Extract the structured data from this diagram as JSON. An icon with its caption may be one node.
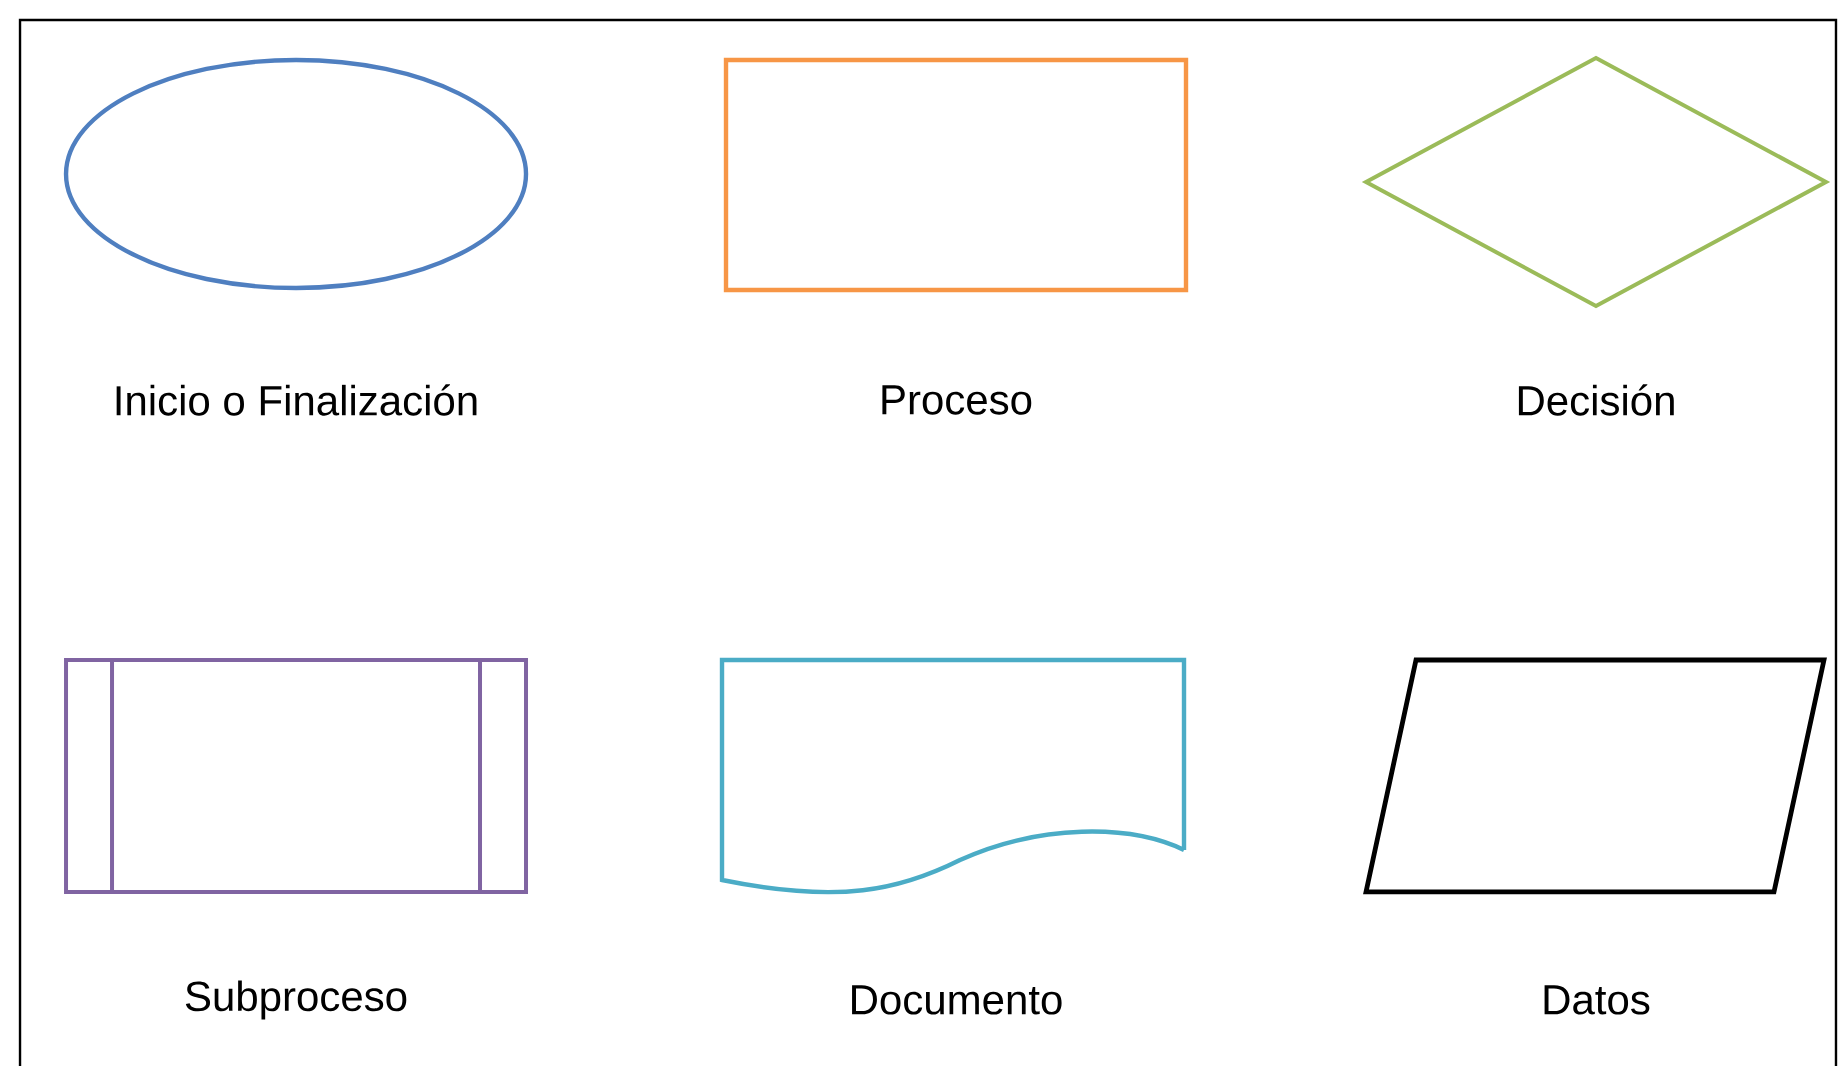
{
  "diagram": {
    "nodes": [
      {
        "text": [
          "Inicio o Finalización"
        ]
      },
      {
        "text": [
          "Proceso"
        ]
      },
      {
        "text": [
          "Decisión"
        ]
      },
      {
        "text": [
          "Subproceso"
        ]
      },
      {
        "text": [
          "Documento"
        ]
      },
      {
        "text": [
          "Datos"
        ]
      }
    ]
  }
}
